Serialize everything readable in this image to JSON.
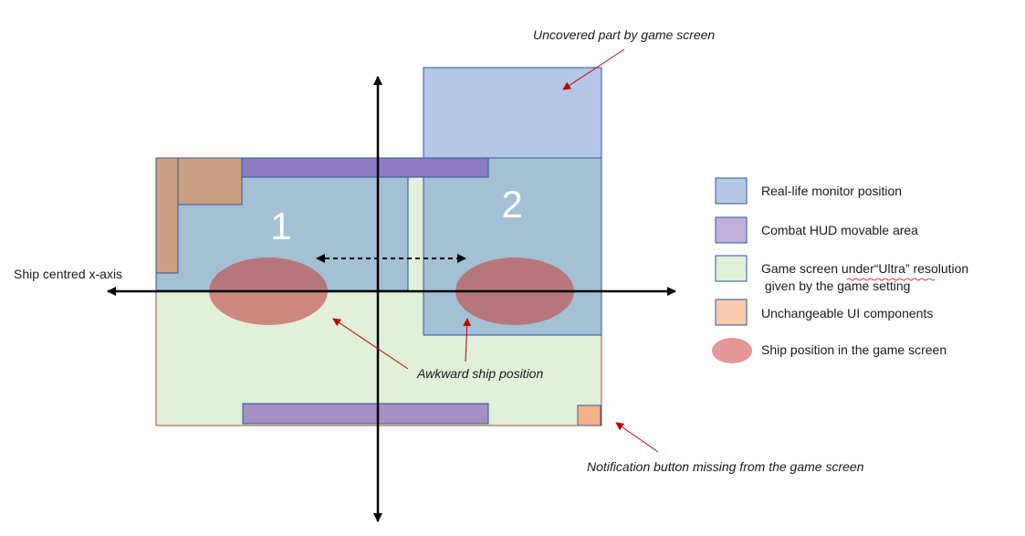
{
  "colors": {
    "monitor": "#b4c7e7",
    "monitor_stroke": "#2f5597",
    "monitor_overlap": "#a4c0d4",
    "hud": "#8e7cc3",
    "hud_light": "#c2aedb",
    "hud_bottom": "#a68fc4",
    "game_screen": "#e2efd9",
    "game_stroke": "#a0522d",
    "ui_component": "#c9a080",
    "ui_component_light": "#f4b183",
    "ship": "#c0504d",
    "ship_legend": "#e59696",
    "axis": "#000000",
    "annotation_arrow": "#c00000"
  },
  "labels": {
    "axis_x": "Ship centred x-axis",
    "monitor_1": "1",
    "monitor_2": "2"
  },
  "annotations": {
    "uncovered": "Uncovered part by game screen",
    "awkward": "Awkward ship position",
    "notification": "Notification button missing from the game screen"
  },
  "legend": {
    "monitor": "Real-life monitor position",
    "hud": "Combat HUD movable area",
    "game_line1": "Game screen under“Ultra” resolution",
    "game_line2": " given by the game setting",
    "ui": "Unchangeable UI components",
    "ship": "Ship position in the game screen"
  }
}
